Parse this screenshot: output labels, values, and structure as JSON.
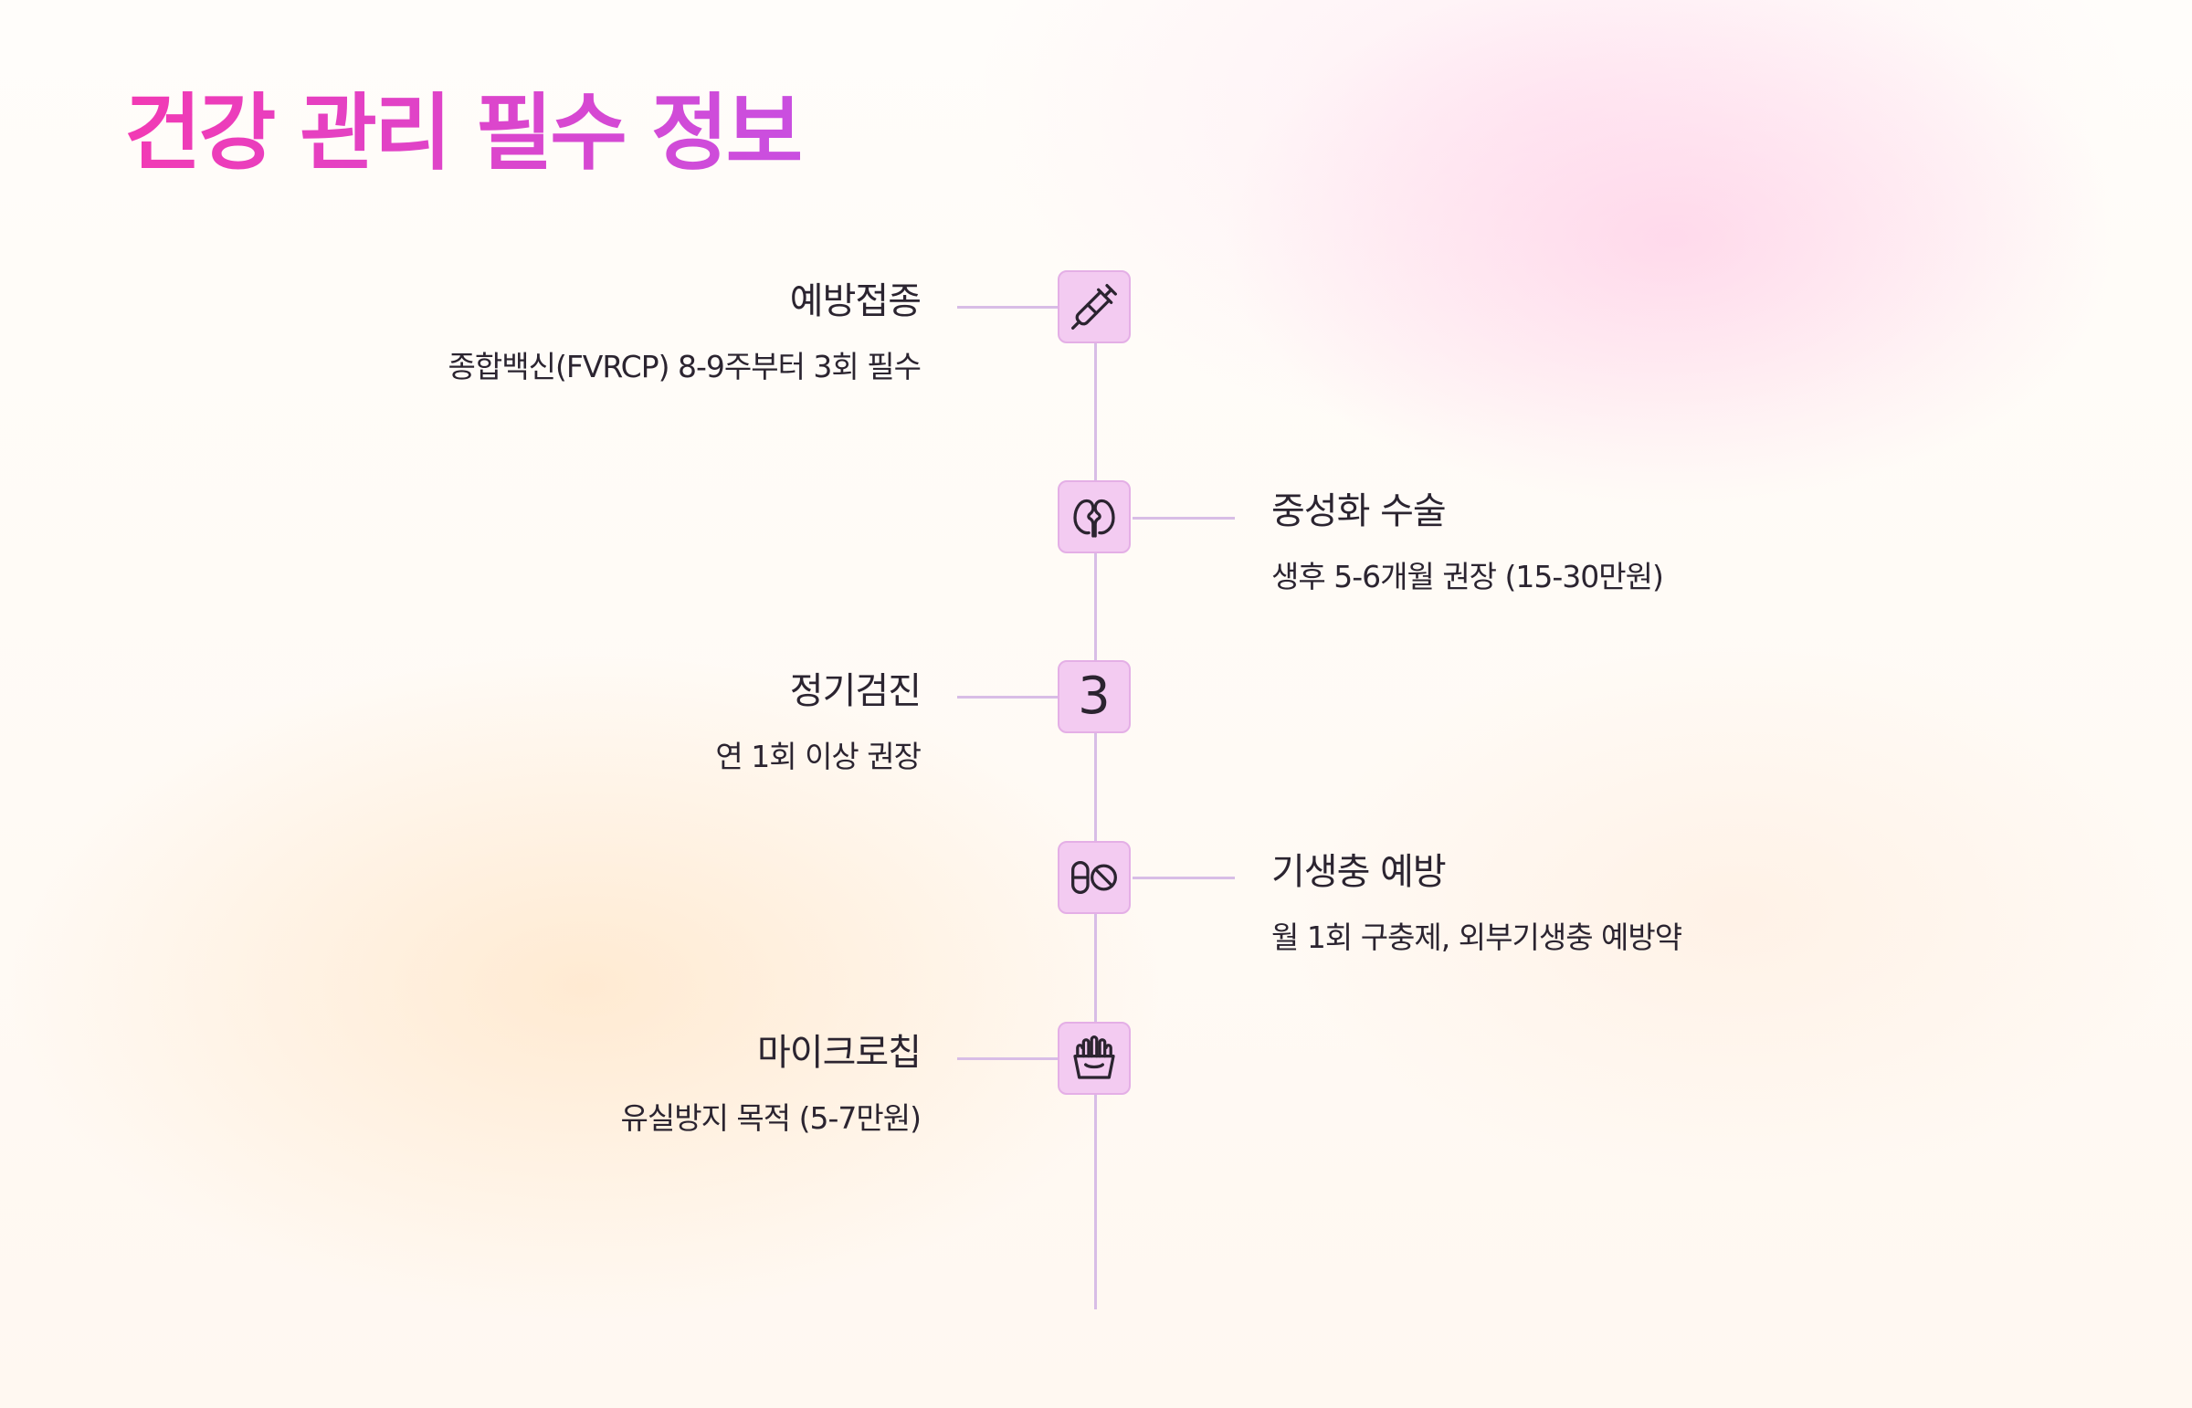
{
  "page": {
    "title": "건강 관리 필수 정보"
  },
  "items": [
    {
      "side": "left",
      "title": "예방접종",
      "description": "종합백신(FVRCP) 8-9주부터 3회 필수",
      "icon": "syringe-icon"
    },
    {
      "side": "right",
      "title": "중성화 수술",
      "description": "생후 5-6개월 권장 (15-30만원)",
      "icon": "kidneys-icon"
    },
    {
      "side": "left",
      "title": "정기검진",
      "description": "연 1회 이상 권장",
      "icon": "number-3-icon",
      "node_text": "3"
    },
    {
      "side": "right",
      "title": "기생충 예방",
      "description": "월 1회 구충제, 외부기생충 예방약",
      "icon": "pills-icon"
    },
    {
      "side": "left",
      "title": "마이크로칩",
      "description": "유실방지 목적 (5-7만원)",
      "icon": "microchip-icon"
    }
  ],
  "colors": {
    "title_gradient_start": "#f23ab4",
    "title_gradient_end": "#c94fe0",
    "node_fill": "#f3cbf1",
    "node_border": "#e4afe6",
    "line": "#d8bde6",
    "text": "#2b2430"
  }
}
